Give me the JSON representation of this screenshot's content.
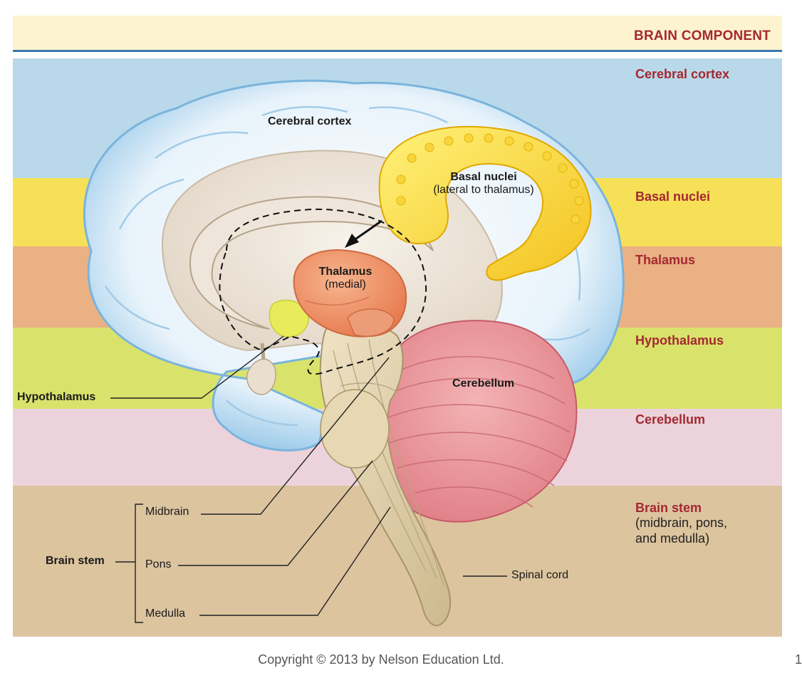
{
  "header": {
    "title": "BRAIN COMPONENT"
  },
  "components": [
    {
      "name": "Cerebral cortex",
      "color": "#b9d9ea"
    },
    {
      "name": "Basal nuclei",
      "color": "#f6e057"
    },
    {
      "name": "Thalamus",
      "color": "#e9b184"
    },
    {
      "name": "Hypothalamus",
      "color": "#d9e36c"
    },
    {
      "name": "Cerebellum",
      "color": "#ecd3db"
    },
    {
      "name": "Brain stem",
      "detail": [
        "(midbrain, pons,",
        "and medulla)"
      ],
      "color": "#dcc49f"
    }
  ],
  "diagram_labels": {
    "cerebral_cortex": "Cerebral cortex",
    "basal_nuclei": [
      "Basal nuclei",
      "(lateral to thalamus)"
    ],
    "thalamus": [
      "Thalamus",
      "(medial)"
    ],
    "hypothalamus": "Hypothalamus",
    "cerebellum": "Cerebellum",
    "midbrain": "Midbrain",
    "pons": "Pons",
    "medulla": "Medulla",
    "brain_stem": "Brain stem",
    "spinal_cord": "Spinal cord"
  },
  "footer": {
    "copyright": "Copyright © 2013 by Nelson Education Ltd.",
    "page": "1"
  }
}
